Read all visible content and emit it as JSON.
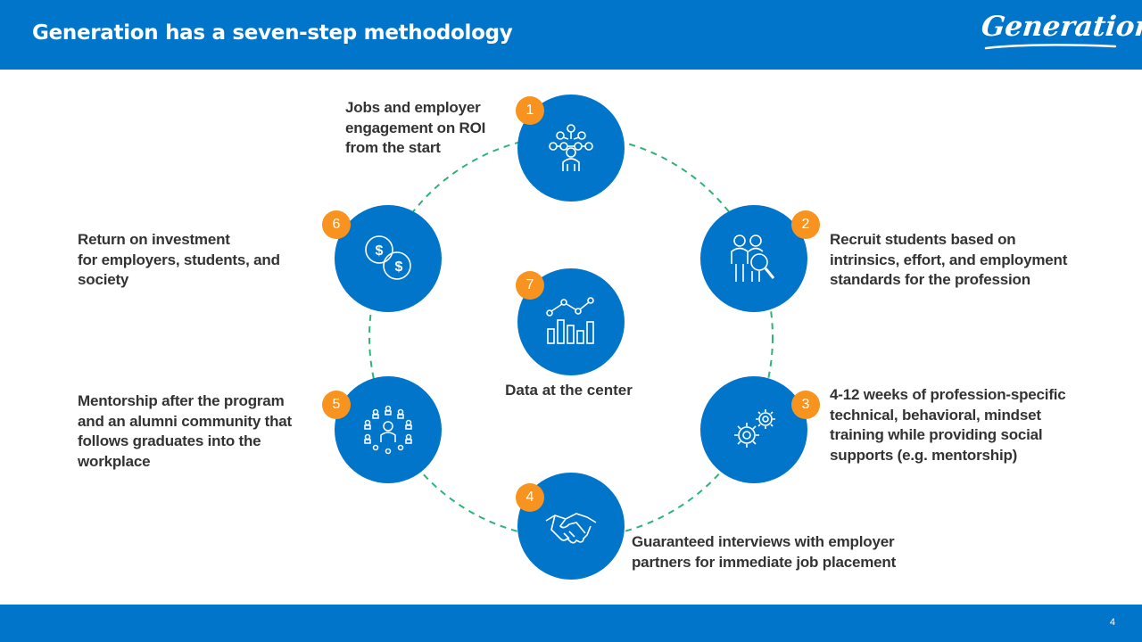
{
  "header": {
    "title": "Generation has a seven-step methodology",
    "logo_text": "Generation"
  },
  "colors": {
    "brand_blue": "#0075c9",
    "badge_orange": "#f7931e",
    "ring_green": "#2db37a",
    "text": "#333333"
  },
  "steps": [
    {
      "number": "1",
      "icon": "network-people-icon",
      "text": "Jobs and employer\nengagement on ROI\nfrom the start"
    },
    {
      "number": "2",
      "icon": "recruit-search-icon",
      "text": "Recruit students based on\nintrinsics, effort, and employment\nstandards for the profession"
    },
    {
      "number": "3",
      "icon": "gears-icon",
      "text": "4-12 weeks of profession-specific\ntechnical, behavioral, mindset\ntraining while providing social\nsupports (e.g. mentorship)"
    },
    {
      "number": "4",
      "icon": "handshake-icon",
      "text": "Guaranteed interviews with employer\npartners for immediate job placement"
    },
    {
      "number": "5",
      "icon": "community-icon",
      "text": "Mentorship after the program\nand an alumni community that\nfollows graduates into the\nworkplace"
    },
    {
      "number": "6",
      "icon": "dollar-coins-icon",
      "text": "Return on investment\nfor employers, students, and\nsociety"
    },
    {
      "number": "7",
      "icon": "data-chart-icon",
      "text": "Data at the center"
    }
  ],
  "footer": {
    "page_number": "4"
  }
}
